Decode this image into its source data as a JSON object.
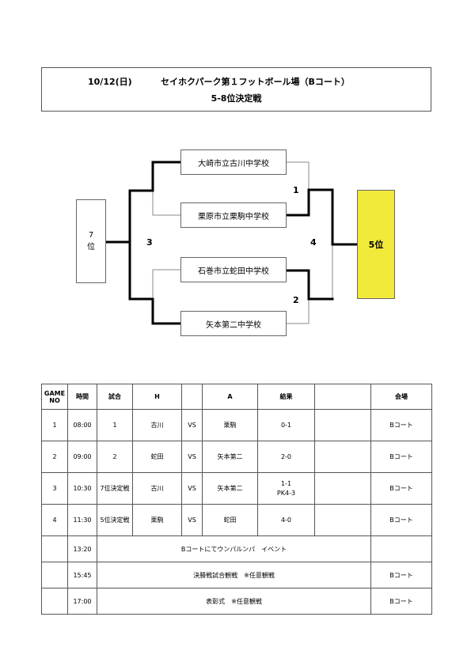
{
  "header": {
    "date": "10/12(日)",
    "venue": "セイホクパーク第１フットボール場（Bコート）",
    "title": "5-8位決定戦"
  },
  "bracket": {
    "left_rank": [
      "7",
      "位"
    ],
    "right_rank": "5位",
    "teams": [
      "大崎市立古川中学校",
      "栗原市立栗駒中学校",
      "石巻市立蛇田中学校",
      "矢本第二中学校"
    ],
    "game_numbers": [
      "1",
      "2",
      "3",
      "4"
    ]
  },
  "colors": {
    "winner_box": "#f2ea3a"
  },
  "schedule": {
    "headers": {
      "game_no": [
        "GAME",
        "NO"
      ],
      "time": "時間",
      "match": "試合",
      "home": "H",
      "away": "A",
      "result": "結果",
      "venue": "会場"
    },
    "games": [
      {
        "no": "1",
        "time": "08:00",
        "match": "1",
        "home": "古川",
        "vs": "VS",
        "away": "栗駒",
        "result": [
          "0-1"
        ],
        "venue": "Bコート"
      },
      {
        "no": "2",
        "time": "09:00",
        "match": "2",
        "home": "蛇田",
        "vs": "VS",
        "away": "矢本第二",
        "result": [
          "2-0"
        ],
        "venue": "Bコート"
      },
      {
        "no": "3",
        "time": "10:30",
        "match": "7位決定戦",
        "home": "古川",
        "vs": "VS",
        "away": "矢本第二",
        "result": [
          "1-1",
          "PK4-3"
        ],
        "venue": "Bコート"
      },
      {
        "no": "4",
        "time": "11:30",
        "match": "5位決定戦",
        "home": "栗駒",
        "vs": "VS",
        "away": "蛇田",
        "result": [
          "4-0"
        ],
        "venue": "Bコート"
      }
    ],
    "events": [
      {
        "time": "13:20",
        "text": "Bコートにてウンパルンパ　イベント",
        "venue": ""
      },
      {
        "time": "15:45",
        "text": "決勝戦試合観戦　※任意観戦",
        "venue": "Bコート"
      },
      {
        "time": "17:00",
        "text": "表彰式　※任意観戦",
        "venue": "Bコート"
      }
    ]
  }
}
